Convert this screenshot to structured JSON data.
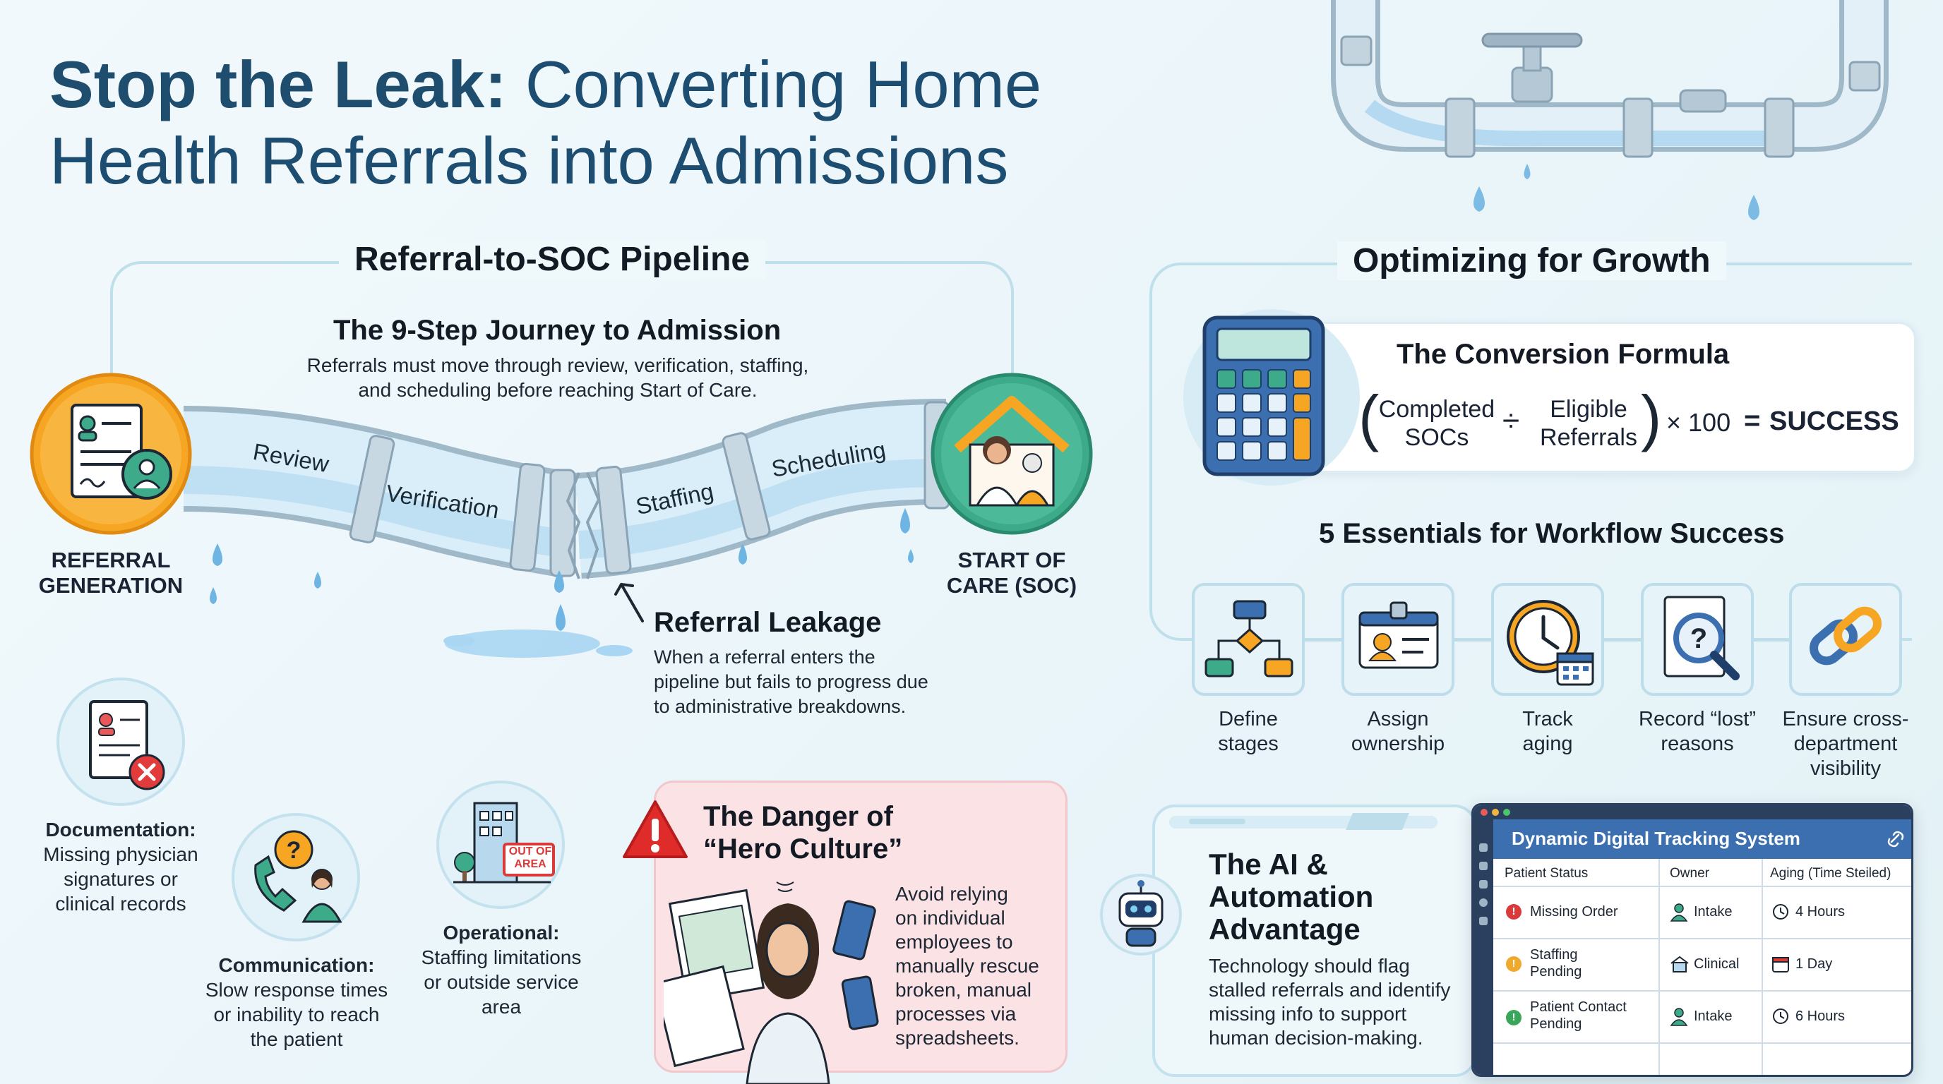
{
  "title": {
    "bold": "Stop the Leak:",
    "line1_rest": "Converting Home",
    "line2": "Health Referrals into Admissions"
  },
  "pipeline": {
    "section_title": "Referral-to-SOC Pipeline",
    "journey_title": "The 9-Step Journey to Admission",
    "journey_desc_1": "Referrals must move through review, verification, staffing,",
    "journey_desc_2": "and scheduling before reaching Start of Care.",
    "start_label_1": "REFERRAL",
    "start_label_2": "GENERATION",
    "end_label_1": "START OF",
    "end_label_2": "CARE (SOC)",
    "stages": [
      "Review",
      "Verification",
      "Staffing",
      "Scheduling"
    ],
    "leakage_title": "Referral Leakage",
    "leakage_desc": [
      "When a referral enters the",
      "pipeline but fails to progress due",
      "to administrative breakdowns."
    ]
  },
  "issues": [
    {
      "title": "Documentation:",
      "lines": [
        "Missing physician",
        "signatures or",
        "clinical records"
      ]
    },
    {
      "title": "Communication:",
      "lines": [
        "Slow response times",
        "or inability to reach",
        "the patient"
      ]
    },
    {
      "title": "Operational:",
      "lines": [
        "Staffing limitations",
        "or outside service",
        "area"
      ]
    }
  ],
  "out_of_area_sign": [
    "OUT OF",
    "AREA"
  ],
  "hero": {
    "title_1": "The Danger of",
    "title_2": "“Hero Culture”",
    "desc": [
      "Avoid relying",
      "on individual",
      "employees to",
      "manually rescue",
      "broken, manual",
      "processes via",
      "spreadsheets."
    ]
  },
  "growth": {
    "section_title": "Optimizing for Growth",
    "formula_title": "The Conversion Formula",
    "formula": {
      "numerator": [
        "Completed",
        "SOCs"
      ],
      "divide": "÷",
      "denominator": [
        "Eligible",
        "Referrals"
      ],
      "multiplier": "× 100",
      "equals": "=",
      "result": "SUCCESS"
    },
    "essentials_title": "5 Essentials for Workflow Success",
    "essentials": [
      {
        "icon": "flowchart-icon",
        "lines": [
          "Define",
          "stages"
        ]
      },
      {
        "icon": "id-badge-icon",
        "lines": [
          "Assign",
          "ownership"
        ]
      },
      {
        "icon": "clock-calendar-icon",
        "lines": [
          "Track",
          "aging"
        ]
      },
      {
        "icon": "magnifier-question-icon",
        "lines": [
          "Record “lost”",
          "reasons"
        ]
      },
      {
        "icon": "chain-link-icon",
        "lines": [
          "Ensure cross-",
          "department",
          "visibility"
        ]
      }
    ]
  },
  "ai": {
    "title": [
      "The AI &",
      "Automation",
      "Advantage"
    ],
    "desc": [
      "Technology should flag",
      "stalled referrals and identify",
      "missing info to support",
      "human decision-making."
    ]
  },
  "tracker": {
    "title": "Dynamic Digital Tracking System",
    "headers": [
      "Patient Status",
      "Owner",
      "Aging (Time Steiled)"
    ],
    "rows": [
      {
        "status": "Missing Order",
        "status_color": "#d93b3b",
        "status_glyph": "!",
        "owner": "Intake",
        "aging": "4 Hours",
        "aging_icon": "clock-icon"
      },
      {
        "status": "Staffing\nPending",
        "status_color": "#f0a92a",
        "status_glyph": "!",
        "owner": "Clinical",
        "aging": "1 Day",
        "aging_icon": "calendar-icon"
      },
      {
        "status": "Patient Contact\nPending",
        "status_color": "#3aa65a",
        "status_glyph": "!",
        "owner": "Intake",
        "aging": "6 Hours",
        "aging_icon": "clock-icon"
      }
    ]
  },
  "colors": {
    "title_blue": "#1d4e72",
    "panel_border": "#bfe0ea",
    "pipe_water": "#cfe7f5",
    "orange_circle": "#f6a623",
    "green_circle": "#3daa8a",
    "hero_pink": "#fbe3e5",
    "tracker_header": "#3b6fb0"
  }
}
